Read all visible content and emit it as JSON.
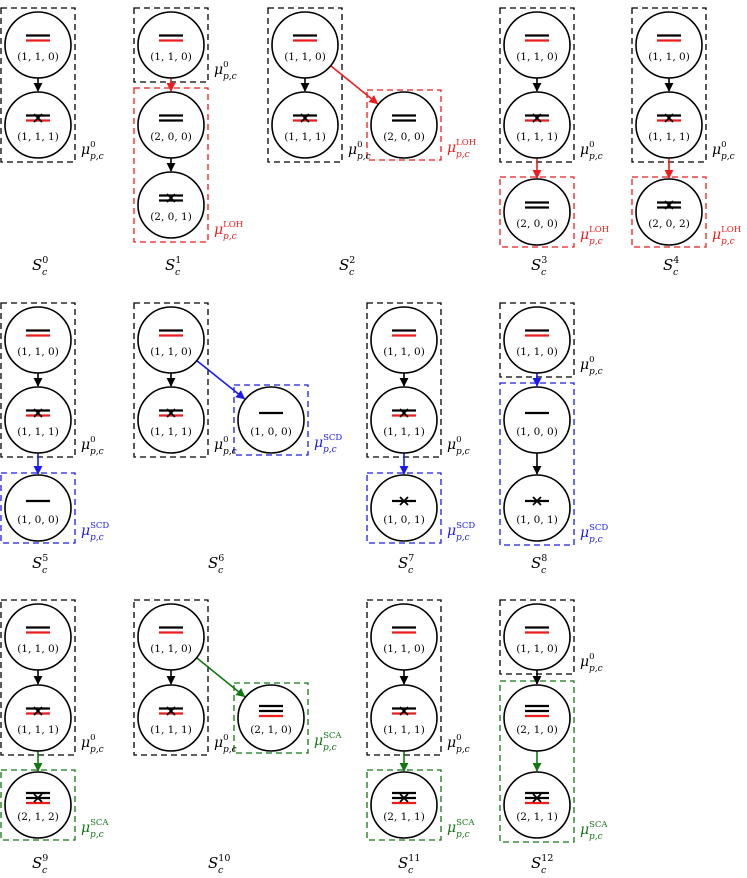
{
  "colors": {
    "base": "#000000",
    "LOH": "#ee1c1c",
    "SCD": "#1a1aee",
    "SCA": "#117711"
  },
  "mu_symbol": "μ",
  "mu_sub": "p,c",
  "mu_sup_base": "0",
  "s_symbol": "S",
  "s_sub": "c",
  "states": [
    {
      "name": "0",
      "nodes": [
        {
          "id": "a",
          "label": "(1, 1, 0)",
          "lines": [
            "k",
            "r"
          ],
          "cross": false
        },
        {
          "id": "b",
          "label": "(1, 1, 1)",
          "lines": [
            "k",
            "r"
          ],
          "cross": true
        }
      ],
      "edges": [
        {
          "from": "a",
          "to": "b",
          "color": "base"
        }
      ],
      "boxes": [
        {
          "nodes": [
            "a",
            "b"
          ],
          "color": "base",
          "label": "0"
        }
      ]
    },
    {
      "name": "1",
      "nodes": [
        {
          "id": "a",
          "label": "(1, 1, 0)",
          "lines": [
            "k",
            "r"
          ],
          "cross": false
        },
        {
          "id": "b",
          "label": "(2, 0, 0)",
          "lines": [
            "k",
            "k"
          ],
          "cross": false
        },
        {
          "id": "c",
          "label": "(2, 0, 1)",
          "lines": [
            "k",
            "k"
          ],
          "cross": true
        }
      ],
      "edges": [
        {
          "from": "a",
          "to": "b",
          "color": "LOH"
        },
        {
          "from": "b",
          "to": "c",
          "color": "base"
        }
      ],
      "boxes": [
        {
          "nodes": [
            "a"
          ],
          "color": "base",
          "label": "0"
        },
        {
          "nodes": [
            "b",
            "c"
          ],
          "color": "LOH",
          "label": "LOH"
        }
      ]
    },
    {
      "name": "2",
      "nodes": [
        {
          "id": "a",
          "label": "(1, 1, 0)",
          "lines": [
            "k",
            "r"
          ],
          "cross": false
        },
        {
          "id": "b",
          "label": "(1, 1, 1)",
          "lines": [
            "k",
            "r"
          ],
          "cross": true
        },
        {
          "id": "c",
          "label": "(2, 0, 0)",
          "lines": [
            "k",
            "k"
          ],
          "cross": false
        }
      ],
      "edges": [
        {
          "from": "a",
          "to": "b",
          "color": "base"
        },
        {
          "from": "a",
          "to": "c",
          "color": "LOH"
        }
      ],
      "boxes": [
        {
          "nodes": [
            "a",
            "b"
          ],
          "color": "base",
          "label": "0"
        },
        {
          "nodes": [
            "c"
          ],
          "color": "LOH",
          "label": "LOH"
        }
      ]
    },
    {
      "name": "3",
      "nodes": [
        {
          "id": "a",
          "label": "(1, 1, 0)",
          "lines": [
            "k",
            "r"
          ],
          "cross": false
        },
        {
          "id": "b",
          "label": "(1, 1, 1)",
          "lines": [
            "k",
            "r"
          ],
          "cross": true
        },
        {
          "id": "c",
          "label": "(2, 0, 0)",
          "lines": [
            "k",
            "k"
          ],
          "cross": false
        }
      ],
      "edges": [
        {
          "from": "a",
          "to": "b",
          "color": "base"
        },
        {
          "from": "b",
          "to": "c",
          "color": "LOH"
        }
      ],
      "boxes": [
        {
          "nodes": [
            "a",
            "b"
          ],
          "color": "base",
          "label": "0"
        },
        {
          "nodes": [
            "c"
          ],
          "color": "LOH",
          "label": "LOH"
        }
      ]
    },
    {
      "name": "4",
      "nodes": [
        {
          "id": "a",
          "label": "(1, 1, 0)",
          "lines": [
            "k",
            "r"
          ],
          "cross": false
        },
        {
          "id": "b",
          "label": "(1, 1, 1)",
          "lines": [
            "k",
            "r"
          ],
          "cross": true
        },
        {
          "id": "c",
          "label": "(2, 0, 2)",
          "lines": [
            "k",
            "k"
          ],
          "cross": true
        }
      ],
      "edges": [
        {
          "from": "a",
          "to": "b",
          "color": "base"
        },
        {
          "from": "b",
          "to": "c",
          "color": "LOH"
        }
      ],
      "boxes": [
        {
          "nodes": [
            "a",
            "b"
          ],
          "color": "base",
          "label": "0"
        },
        {
          "nodes": [
            "c"
          ],
          "color": "LOH",
          "label": "LOH"
        }
      ]
    },
    {
      "name": "5",
      "nodes": [
        {
          "id": "a",
          "label": "(1, 1, 0)",
          "lines": [
            "k",
            "r"
          ],
          "cross": false
        },
        {
          "id": "b",
          "label": "(1, 1, 1)",
          "lines": [
            "k",
            "r"
          ],
          "cross": true
        },
        {
          "id": "c",
          "label": "(1, 0, 0)",
          "lines": [
            "k"
          ],
          "cross": false
        }
      ],
      "edges": [
        {
          "from": "a",
          "to": "b",
          "color": "base"
        },
        {
          "from": "b",
          "to": "c",
          "color": "SCD"
        }
      ],
      "boxes": [
        {
          "nodes": [
            "a",
            "b"
          ],
          "color": "base",
          "label": "0"
        },
        {
          "nodes": [
            "c"
          ],
          "color": "SCD",
          "label": "SCD"
        }
      ]
    },
    {
      "name": "6",
      "nodes": [
        {
          "id": "a",
          "label": "(1, 1, 0)",
          "lines": [
            "k",
            "r"
          ],
          "cross": false
        },
        {
          "id": "b",
          "label": "(1, 1, 1)",
          "lines": [
            "k",
            "r"
          ],
          "cross": true
        },
        {
          "id": "c",
          "label": "(1, 0, 0)",
          "lines": [
            "k"
          ],
          "cross": false
        }
      ],
      "edges": [
        {
          "from": "a",
          "to": "b",
          "color": "base"
        },
        {
          "from": "a",
          "to": "c",
          "color": "SCD"
        }
      ],
      "boxes": [
        {
          "nodes": [
            "a",
            "b"
          ],
          "color": "base",
          "label": "0"
        },
        {
          "nodes": [
            "c"
          ],
          "color": "SCD",
          "label": "SCD"
        }
      ]
    },
    {
      "name": "7",
      "nodes": [
        {
          "id": "a",
          "label": "(1, 1, 0)",
          "lines": [
            "k",
            "r"
          ],
          "cross": false
        },
        {
          "id": "b",
          "label": "(1, 1, 1)",
          "lines": [
            "k",
            "r"
          ],
          "cross": true
        },
        {
          "id": "c",
          "label": "(1, 0, 1)",
          "lines": [
            "k"
          ],
          "cross": true
        }
      ],
      "edges": [
        {
          "from": "a",
          "to": "b",
          "color": "base"
        },
        {
          "from": "b",
          "to": "c",
          "color": "SCD"
        }
      ],
      "boxes": [
        {
          "nodes": [
            "a",
            "b"
          ],
          "color": "base",
          "label": "0"
        },
        {
          "nodes": [
            "c"
          ],
          "color": "SCD",
          "label": "SCD"
        }
      ]
    },
    {
      "name": "8",
      "nodes": [
        {
          "id": "a",
          "label": "(1, 1, 0)",
          "lines": [
            "k",
            "r"
          ],
          "cross": false
        },
        {
          "id": "b",
          "label": "(1, 0, 0)",
          "lines": [
            "k"
          ],
          "cross": false
        },
        {
          "id": "c",
          "label": "(1, 0, 1)",
          "lines": [
            "k"
          ],
          "cross": true
        }
      ],
      "edges": [
        {
          "from": "a",
          "to": "b",
          "color": "SCD"
        },
        {
          "from": "b",
          "to": "c",
          "color": "base"
        }
      ],
      "boxes": [
        {
          "nodes": [
            "a"
          ],
          "color": "base",
          "label": "0"
        },
        {
          "nodes": [
            "b",
            "c"
          ],
          "color": "SCD",
          "label": "SCD"
        }
      ]
    },
    {
      "name": "9",
      "nodes": [
        {
          "id": "a",
          "label": "(1, 1, 0)",
          "lines": [
            "k",
            "r"
          ],
          "cross": false
        },
        {
          "id": "b",
          "label": "(1, 1, 1)",
          "lines": [
            "k",
            "r"
          ],
          "cross": true
        },
        {
          "id": "c",
          "label": "(2, 1, 2)",
          "lines": [
            "k",
            "k",
            "r"
          ],
          "cross": true
        }
      ],
      "edges": [
        {
          "from": "a",
          "to": "b",
          "color": "base"
        },
        {
          "from": "b",
          "to": "c",
          "color": "SCA"
        }
      ],
      "boxes": [
        {
          "nodes": [
            "a",
            "b"
          ],
          "color": "base",
          "label": "0"
        },
        {
          "nodes": [
            "c"
          ],
          "color": "SCA",
          "label": "SCA"
        }
      ]
    },
    {
      "name": "10",
      "nodes": [
        {
          "id": "a",
          "label": "(1, 1, 0)",
          "lines": [
            "k",
            "r"
          ],
          "cross": false
        },
        {
          "id": "b",
          "label": "(1, 1, 1)",
          "lines": [
            "k",
            "r"
          ],
          "cross": true
        },
        {
          "id": "c",
          "label": "(2, 1, 0)",
          "lines": [
            "k",
            "k",
            "r"
          ],
          "cross": false
        }
      ],
      "edges": [
        {
          "from": "a",
          "to": "b",
          "color": "base"
        },
        {
          "from": "a",
          "to": "c",
          "color": "SCA"
        }
      ],
      "boxes": [
        {
          "nodes": [
            "a",
            "b"
          ],
          "color": "base",
          "label": "0"
        },
        {
          "nodes": [
            "c"
          ],
          "color": "SCA",
          "label": "SCA"
        }
      ]
    },
    {
      "name": "11",
      "nodes": [
        {
          "id": "a",
          "label": "(1, 1, 0)",
          "lines": [
            "k",
            "r"
          ],
          "cross": false
        },
        {
          "id": "b",
          "label": "(1, 1, 1)",
          "lines": [
            "k",
            "r"
          ],
          "cross": true
        },
        {
          "id": "c",
          "label": "(2, 1, 1)",
          "lines": [
            "k",
            "k",
            "r"
          ],
          "cross": true
        }
      ],
      "edges": [
        {
          "from": "a",
          "to": "b",
          "color": "base"
        },
        {
          "from": "b",
          "to": "c",
          "color": "SCA"
        }
      ],
      "boxes": [
        {
          "nodes": [
            "a",
            "b"
          ],
          "color": "base",
          "label": "0"
        },
        {
          "nodes": [
            "c"
          ],
          "color": "SCA",
          "label": "SCA"
        }
      ]
    },
    {
      "name": "12",
      "nodes": [
        {
          "id": "a",
          "label": "(1, 1, 0)",
          "lines": [
            "k",
            "r"
          ],
          "cross": false
        },
        {
          "id": "b",
          "label": "(2, 1, 0)",
          "lines": [
            "k",
            "k",
            "r"
          ],
          "cross": false
        },
        {
          "id": "c",
          "label": "(2, 1, 1)",
          "lines": [
            "k",
            "k",
            "r"
          ],
          "cross": true
        }
      ],
      "edges": [
        {
          "from": "a",
          "to": "b",
          "color": "base"
        },
        {
          "from": "b",
          "to": "c",
          "color": "SCA"
        }
      ],
      "boxes": [
        {
          "nodes": [
            "a"
          ],
          "color": "base",
          "label": "0"
        },
        {
          "nodes": [
            "b",
            "c"
          ],
          "color": "SCA",
          "label": "SCA"
        }
      ]
    }
  ]
}
